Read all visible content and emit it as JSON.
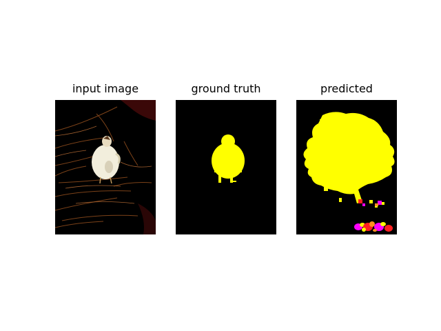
{
  "figure": {
    "panels": [
      {
        "title": "input image"
      },
      {
        "title": "ground truth"
      },
      {
        "title": "predicted"
      }
    ]
  },
  "colors": {
    "background": "#000000",
    "mask": "#ffff00",
    "bird": "#f2eedc",
    "branches": "#8a4a1c",
    "noise_red": "#ff2020",
    "noise_magenta": "#ff00ff",
    "noise_orange": "#ff9020"
  }
}
